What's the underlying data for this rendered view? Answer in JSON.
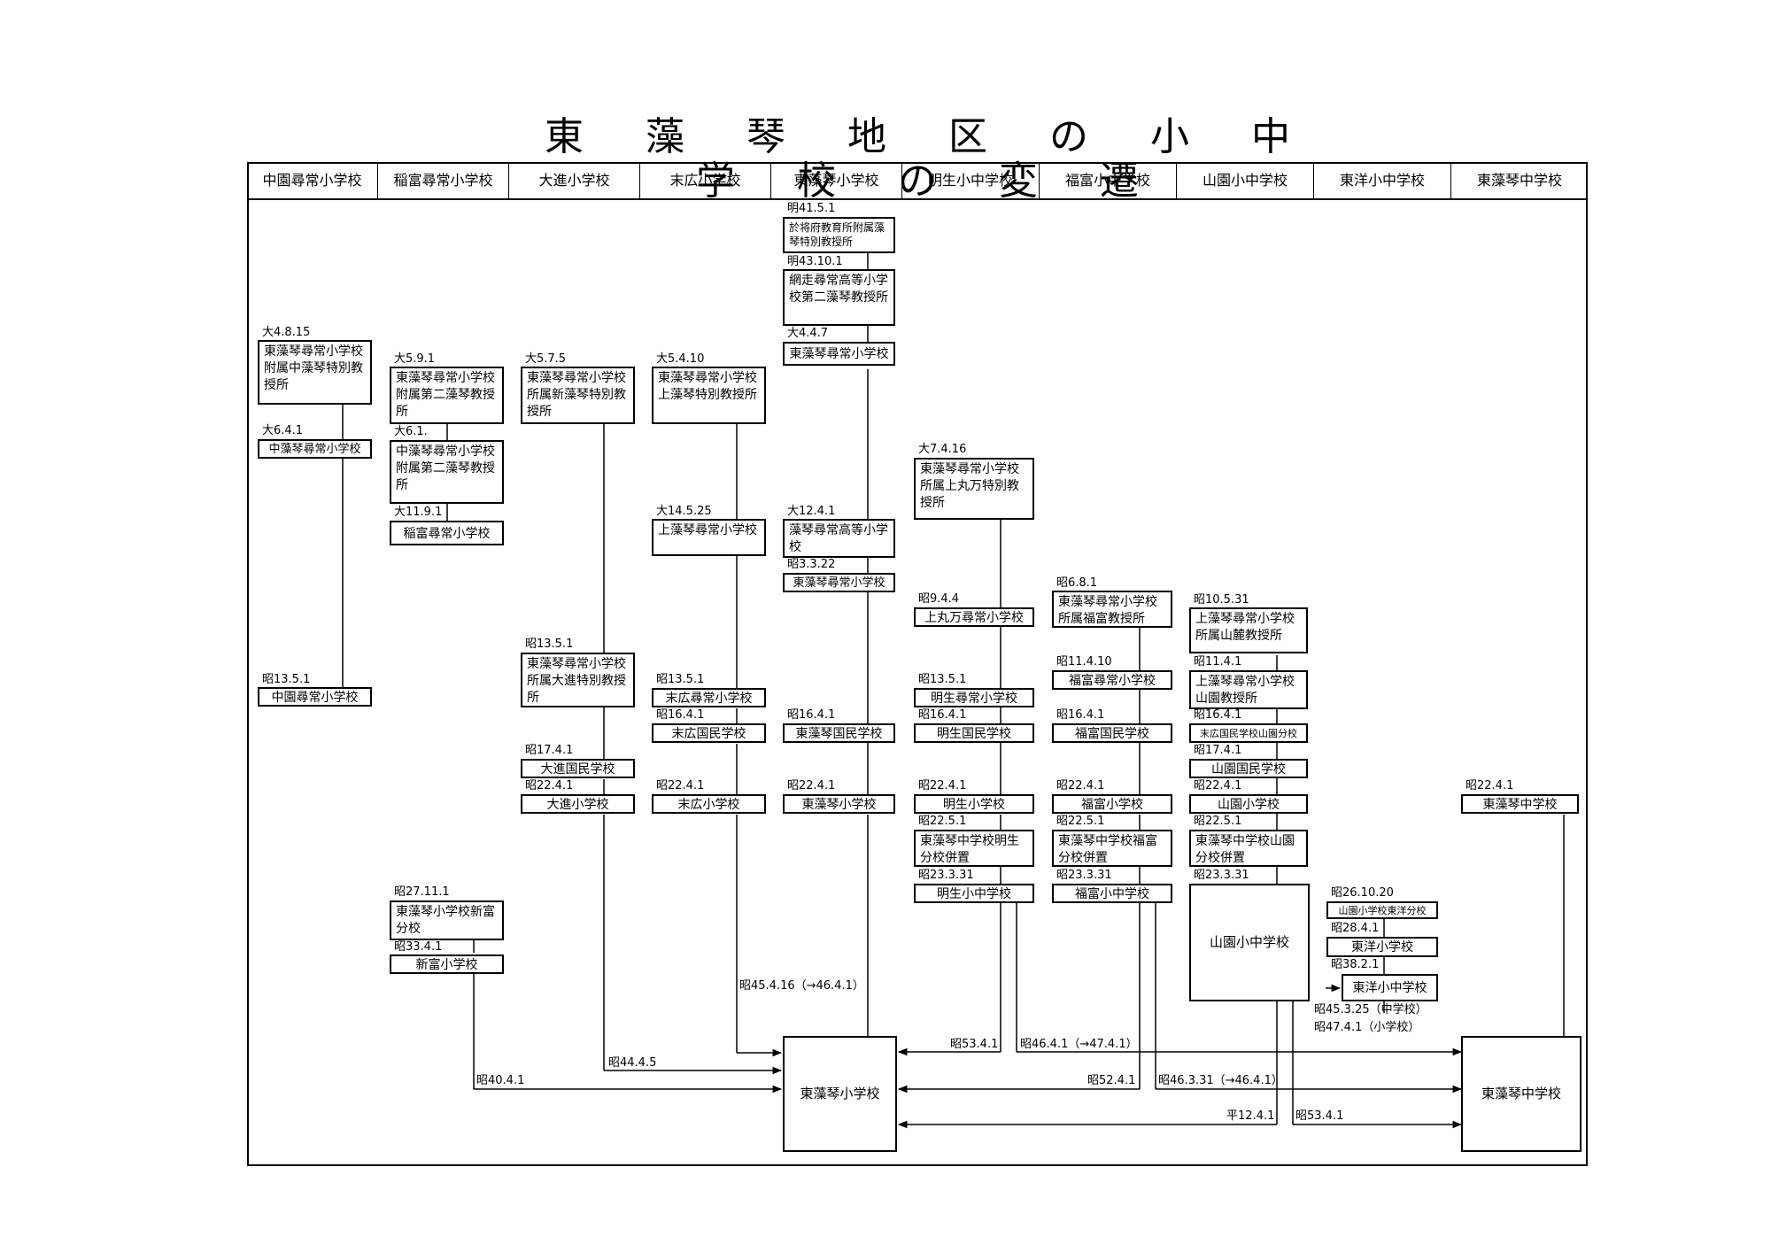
{
  "title": "東 藻 琴 地 区 の 小 中 学 校 の 変 遷",
  "columns": [
    "中園尋常小学校",
    "稲富尋常小学校",
    "大進小学校",
    "末広小学校",
    "東藻琴小学校",
    "明生小中学校",
    "福富小中学校",
    "山園小中学校",
    "東洋小中学校",
    "東藻琴中学校"
  ],
  "col1": {
    "d1": "大4.8.15",
    "b1": "東藻琴尋常小学校附属中藻琴特別教授所",
    "d2": "大6.4.1",
    "b2": "中藻琴尋常小学校",
    "d3": "昭13.5.1",
    "b3": "中園尋常小学校"
  },
  "col2": {
    "d1": "大5.9.1",
    "b1": "東藻琴尋常小学校附属第二藻琴教授所",
    "d2": "大6.1.",
    "b2": "中藻琴尋常小学校附属第二藻琴教授所",
    "d3": "大11.9.1",
    "b3": "稲富尋常小学校",
    "d4": "昭27.11.1",
    "b4": "東藻琴小学校新富分校",
    "d5": "昭33.4.1",
    "b5": "新富小学校"
  },
  "col3": {
    "d1": "大5.7.5",
    "b1": "東藻琴尋常小学校所属新藻琴特別教授所",
    "d2": "昭13.5.1",
    "b2": "東藻琴尋常小学校所属大進特別教授所",
    "d3": "昭17.4.1",
    "b3": "大進国民学校",
    "d4": "昭22.4.1",
    "b4": "大進小学校"
  },
  "col4": {
    "d1": "大5.4.10",
    "b1": "東藻琴尋常小学校上藻琴特別教授所",
    "d2": "大14.5.25",
    "b2": "上藻琴尋常小学校",
    "d3": "昭13.5.1",
    "b3": "末広尋常小学校",
    "d4": "昭16.4.1",
    "b4": "末広国民学校",
    "d5": "昭22.4.1",
    "b5": "末広小学校"
  },
  "col5": {
    "d1": "明41.5.1",
    "b1": "於将府教育所附属藻琴特別教授所",
    "d2": "明43.10.1",
    "b2": "網走尋常高等小学校第二藻琴教授所",
    "d3": "大4.4.7",
    "b3": "東藻琴尋常小学校",
    "d4": "大12.4.1",
    "b4": "藻琴尋常高等小学校",
    "d5": "昭3.3.22",
    "b5": "東藻琴尋常小学校",
    "d6": "昭16.4.1",
    "b6": "東藻琴国民学校",
    "d7": "昭22.4.1",
    "b7": "東藻琴小学校",
    "final": "東藻琴小学校"
  },
  "col6": {
    "d1": "大7.4.16",
    "b1": "東藻琴尋常小学校所属上丸万特別教授所",
    "d2": "昭9.4.4",
    "b2": "上丸万尋常小学校",
    "d3": "昭13.5.1",
    "b3": "明生尋常小学校",
    "d4": "昭16.4.1",
    "b4": "明生国民学校",
    "d5": "昭22.4.1",
    "b5": "明生小学校",
    "d6": "昭22.5.1",
    "b6": "東藻琴中学校明生分校併置",
    "d7": "昭23.3.31",
    "b7": "明生小中学校"
  },
  "col7": {
    "d1": "昭6.8.1",
    "b1": "東藻琴尋常小学校所属福富教授所",
    "d2": "昭11.4.10",
    "b2": "福富尋常小学校",
    "d3": "昭16.4.1",
    "b3": "福富国民学校",
    "d4": "昭22.4.1",
    "b4": "福富小学校",
    "d5": "昭22.5.1",
    "b5": "東藻琴中学校福富分校併置",
    "d6": "昭23.3.31",
    "b6": "福富小中学校"
  },
  "col8": {
    "d1": "昭10.5.31",
    "b1": "上藻琴尋常小学校所属山麓教授所",
    "d2": "昭11.4.1",
    "b2": "上藻琴尋常小学校山園教授所",
    "d3": "昭16.4.1",
    "b3": "末広国民学校山園分校",
    "d4": "昭17.4.1",
    "b4": "山園国民学校",
    "d5": "昭22.4.1",
    "b5": "山園小学校",
    "d6": "昭22.5.1",
    "b6": "東藻琴中学校山園分校併置",
    "d7": "昭23.3.31",
    "b7": "山園小中学校"
  },
  "col9": {
    "d1": "昭26.10.20",
    "b1": "山園小学校東洋分校",
    "d2": "昭28.4.1",
    "b2": "東洋小学校",
    "d3": "昭38.2.1",
    "b3": "東洋小中学校",
    "d4": "昭45.3.25（中学校）",
    "d5": "昭47.4.1（小学校）"
  },
  "col10": {
    "d1": "昭22.4.1",
    "b1": "東藻琴中学校",
    "final": "東藻琴中学校"
  },
  "merges": {
    "m1": "昭45.4.16（→46.4.1）",
    "m2": "昭44.4.5",
    "m3": "昭40.4.1",
    "m4": "昭53.4.1",
    "m5": "昭46.4.1（→47.4.1）",
    "m6": "昭52.4.1",
    "m7": "昭46.3.31（→46.4.1）",
    "m8": "平12.4.1",
    "m9": "昭53.4.1"
  }
}
